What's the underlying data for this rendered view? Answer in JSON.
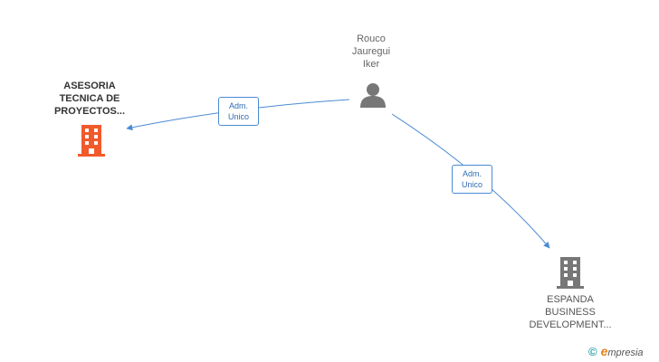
{
  "graph": {
    "person": {
      "name_lines": [
        "Rouco",
        "Jauregui",
        "Iker"
      ],
      "icon": "person-icon",
      "color": "#777777"
    },
    "companies": [
      {
        "name_lines": [
          "ASESORIA",
          "TECNICA DE",
          "PROYECTOS..."
        ],
        "icon": "building-icon",
        "color": "#f15a2b"
      },
      {
        "name_lines": [
          "ESPANDA",
          "BUSINESS",
          "DEVELOPMENT..."
        ],
        "icon": "building-icon",
        "color": "#777777"
      }
    ],
    "edges": [
      {
        "label_lines": [
          "Adm.",
          "Unico"
        ],
        "color": "#4a8bd4"
      },
      {
        "label_lines": [
          "Adm.",
          "Unico"
        ],
        "color": "#4a8bd4"
      }
    ]
  },
  "footer": {
    "copyright": "©",
    "brand_e": "e",
    "brand_rest": "mpresia",
    "brand_color": "#e6831f"
  }
}
